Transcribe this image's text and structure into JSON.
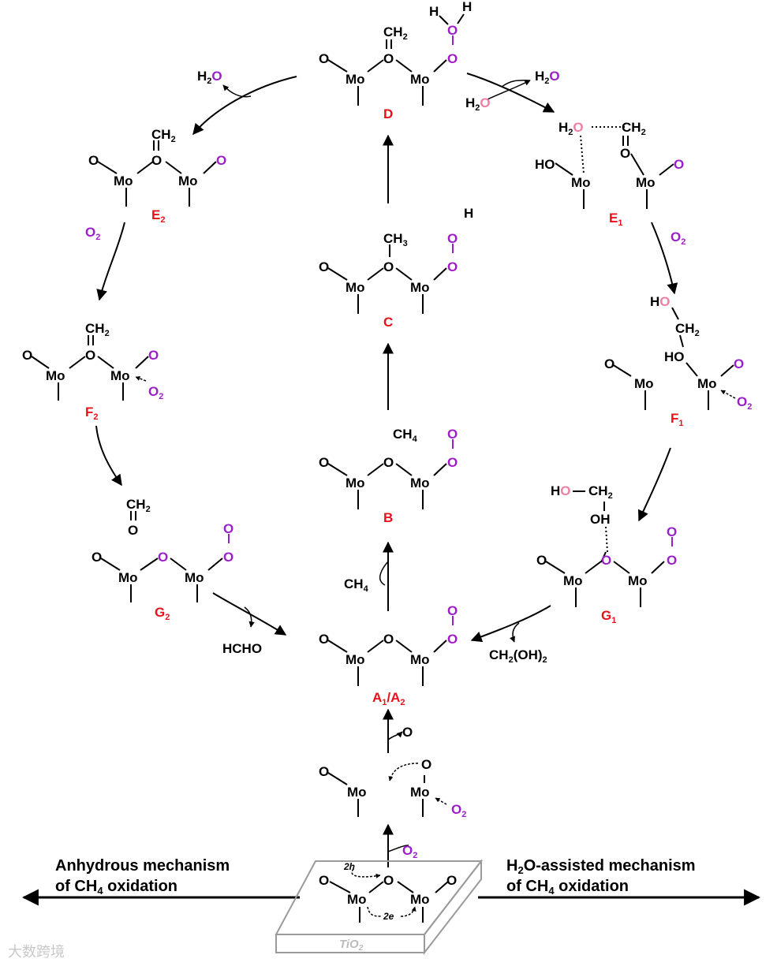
{
  "colors": {
    "black": "#000000",
    "red": "#e8101a",
    "purple": "#9b1fc8",
    "pink": "#ee7fa6",
    "gray": "#9a9a9a"
  },
  "atoms": {
    "mo": "Mo",
    "o": "O",
    "h": "H",
    "ho": "HO",
    "oh": "OH",
    "ch2": "CH",
    "ch3": "CH",
    "sub2": "2",
    "sub3": "3",
    "sub4": "4",
    "sub1": "1"
  },
  "labels": {
    "a": "A",
    "a_mid": "/A",
    "b": "B",
    "c": "C",
    "d": "D",
    "e": "E",
    "f": "F",
    "g": "G"
  },
  "species": {
    "h2o": "H",
    "ch4": "CH",
    "o2": "O",
    "hcho": "HCHO",
    "ch2oh2_a": "CH",
    "ch2oh2_b": "(OH)"
  },
  "substrate": {
    "label": "TiO",
    "sub": "2",
    "hole": "2h",
    "electron": "2e"
  },
  "mechanisms": {
    "anhydrous_line1": "Anhydrous mechanism",
    "anhydrous_line2a": "of CH",
    "anhydrous_line2b": " oxidation",
    "h2o_line1a": "H",
    "h2o_line1b": "O-assisted mechanism",
    "h2o_line2a": "of CH",
    "h2o_line2b": " oxidation"
  },
  "watermark": "大数跨境"
}
